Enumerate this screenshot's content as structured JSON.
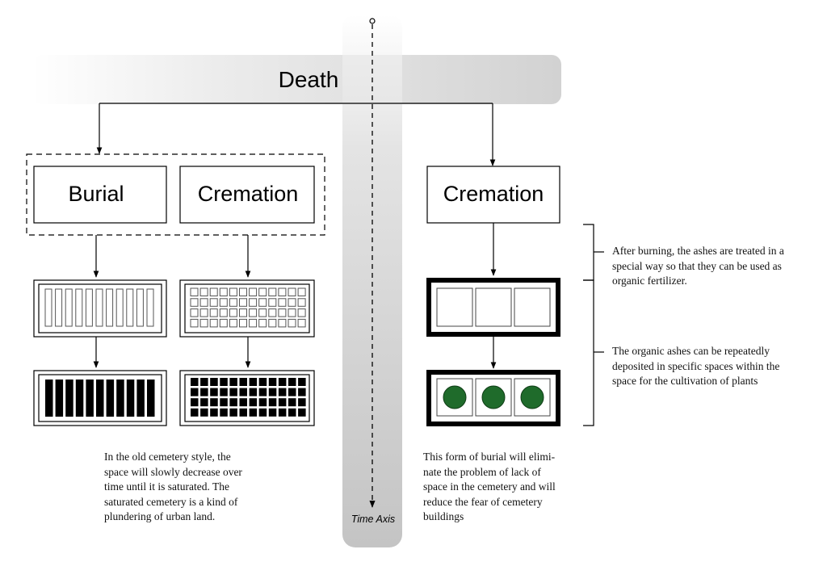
{
  "header": {
    "title": "Death"
  },
  "axis": {
    "label": "Time Axis"
  },
  "left": {
    "box_burial": "Burial",
    "box_cremation": "Cremation",
    "paragraph": [
      "In the old cemetery style, the",
      "space will slowly decrease over",
      "time until it is saturated. The",
      "saturated cemetery is a kind of",
      "plundering of urban land."
    ]
  },
  "right": {
    "box_cremation": "Cremation",
    "paragraph": [
      "This form of burial will elimi-",
      "nate the problem of lack of",
      "space in the cemetery and will",
      "reduce the fear of cemetery",
      "buildings"
    ],
    "note_top": [
      "After burning, the ashes are treated in a",
      "special way so that they can be used as",
      "organic fertilizer."
    ],
    "note_bottom": [
      "The organic ashes can be repeatedly",
      "deposited in specific spaces within the",
      "space for the cultivation of plants"
    ]
  },
  "colors": {
    "plant_green": "#1f6b2b",
    "band_gray": "#d4d4d4"
  }
}
